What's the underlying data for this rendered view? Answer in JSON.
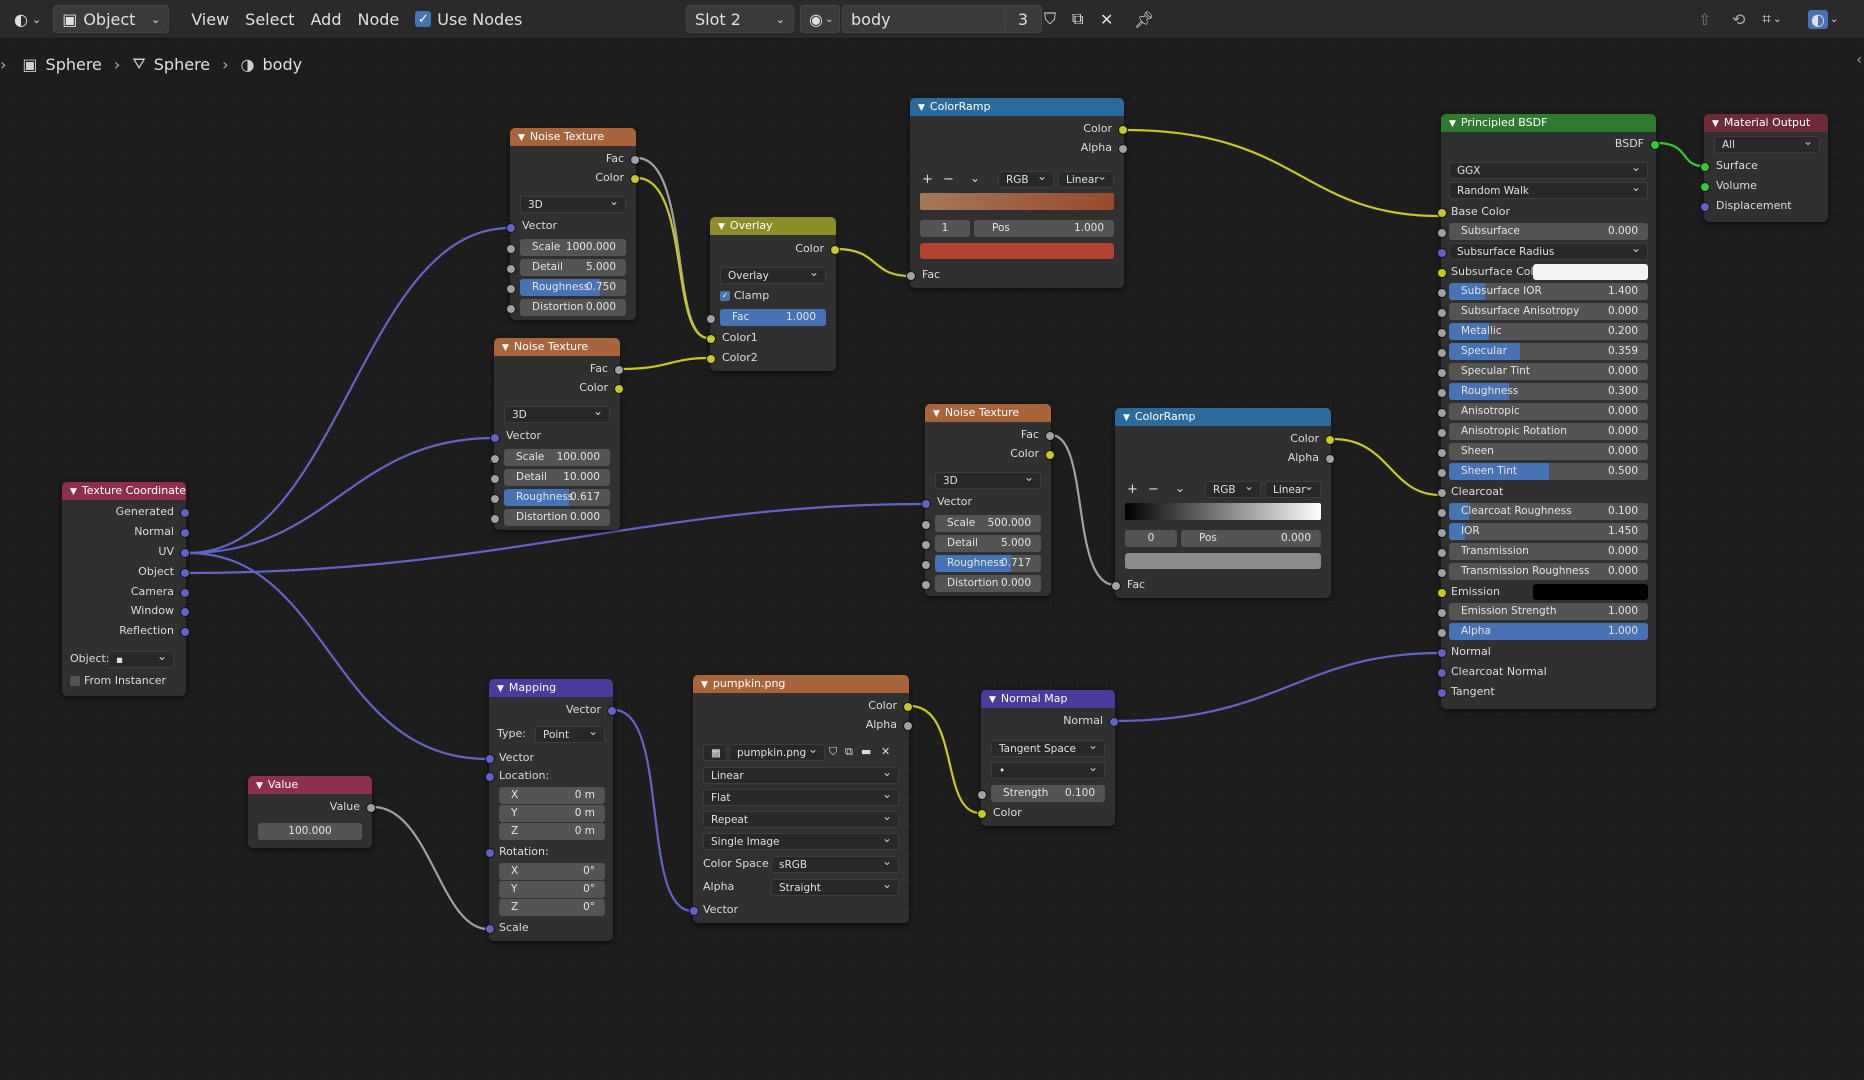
{
  "header": {
    "mode": "Object",
    "menu": [
      "View",
      "Select",
      "Add",
      "Node"
    ],
    "use_nodes": "Use Nodes",
    "slot": "Slot 2",
    "material": "body",
    "users": "3"
  },
  "breadcrumb": {
    "object": "Sphere",
    "mesh": "Sphere",
    "material": "body"
  },
  "colors": {
    "texture_header": "#a8643a",
    "converter_header": "#2c6a9c",
    "color_header": "#8d8d27",
    "shader_header": "#2f7a2f",
    "output_header": "#6e2a39",
    "input_header": "#8e2f4f",
    "vector_header": "#4b3b9c",
    "link_purple": "#6363c7",
    "link_yellow": "#c7c729",
    "link_gray": "#a1a1a1",
    "link_green": "#38c738"
  },
  "nodes": {
    "noise1": {
      "title": "Noise Texture",
      "out_fac": "Fac",
      "out_color": "Color",
      "dim": "3D",
      "in_vector": "Vector",
      "scale_l": "Scale",
      "scale_v": "1000.000",
      "detail_l": "Detail",
      "detail_v": "5.000",
      "rough_l": "Roughness",
      "rough_v": "0.750",
      "rough_f": 0.75,
      "dist_l": "Distortion",
      "dist_v": "0.000"
    },
    "noise2": {
      "title": "Noise Texture",
      "out_fac": "Fac",
      "out_color": "Color",
      "dim": "3D",
      "in_vector": "Vector",
      "scale_l": "Scale",
      "scale_v": "100.000",
      "detail_l": "Detail",
      "detail_v": "10.000",
      "rough_l": "Roughness",
      "rough_v": "0.617",
      "rough_f": 0.617,
      "dist_l": "Distortion",
      "dist_v": "0.000"
    },
    "noise3": {
      "title": "Noise Texture",
      "out_fac": "Fac",
      "out_color": "Color",
      "dim": "3D",
      "in_vector": "Vector",
      "scale_l": "Scale",
      "scale_v": "500.000",
      "detail_l": "Detail",
      "detail_v": "5.000",
      "rough_l": "Roughness",
      "rough_v": "0.717",
      "rough_f": 0.717,
      "dist_l": "Distortion",
      "dist_v": "0.000"
    },
    "overlay": {
      "title": "Overlay",
      "out_color": "Color",
      "mode": "Overlay",
      "clamp": "Clamp",
      "fac_l": "Fac",
      "fac_v": "1.000",
      "in1": "Color1",
      "in2": "Color2"
    },
    "ramp1": {
      "title": "ColorRamp",
      "out_color": "Color",
      "out_alpha": "Alpha",
      "plus": "+",
      "minus": "−",
      "caret": "⌄",
      "mode": "RGB",
      "interp": "Linear",
      "index": "1",
      "pos_l": "Pos",
      "pos_v": "1.000",
      "in_fac": "Fac",
      "grad_start": "#a5785a",
      "grad_end": "#9a4a2c",
      "swatch": "#b4432f"
    },
    "ramp2": {
      "title": "ColorRamp",
      "out_color": "Color",
      "out_alpha": "Alpha",
      "plus": "+",
      "minus": "−",
      "caret": "⌄",
      "mode": "RGB",
      "interp": "Linear",
      "index": "0",
      "pos_l": "Pos",
      "pos_v": "0.000",
      "in_fac": "Fac",
      "grad_start": "#000000",
      "grad_end": "#ffffff",
      "swatch": "#8a8a8a"
    },
    "texcoord": {
      "title": "Texture Coordinate",
      "outs": [
        "Generated",
        "Normal",
        "UV",
        "Object",
        "Camera",
        "Window",
        "Reflection"
      ],
      "object_l": "Object:",
      "instancer": "From Instancer"
    },
    "mapping": {
      "title": "Mapping",
      "out_vector": "Vector",
      "type_l": "Type:",
      "type_v": "Point",
      "in_vector": "Vector",
      "loc_l": "Location:",
      "lx": "0 m",
      "ly": "0 m",
      "lz": "0 m",
      "rot_l": "Rotation:",
      "rx": "0°",
      "ry": "0°",
      "rz": "0°",
      "x": "X",
      "y": "Y",
      "z": "Z",
      "scale_l": "Scale"
    },
    "value": {
      "title": "Value",
      "out_value": "Value",
      "v": "100.000"
    },
    "image": {
      "title": "pumpkin.png",
      "out_color": "Color",
      "out_alpha": "Alpha",
      "img": "pumpkin.png",
      "interp": "Linear",
      "proj": "Flat",
      "ext": "Repeat",
      "src": "Single Image",
      "cs_l": "Color Space",
      "cs_v": "sRGB",
      "alpha_l": "Alpha",
      "alpha_v": "Straight",
      "in_vector": "Vector"
    },
    "normalmap": {
      "title": "Normal Map",
      "out_normal": "Normal",
      "space": "Tangent Space",
      "uv": "•",
      "str_l": "Strength",
      "str_v": "0.100",
      "in_color": "Color"
    },
    "bsdf": {
      "title": "Principled BSDF",
      "out": "BSDF",
      "dist": "GGX",
      "sss": "Random Walk",
      "base": "Base Color",
      "fields": [
        {
          "l": "Subsurface",
          "v": "0.000",
          "f": 0
        },
        {
          "l": "Subsurface IOR",
          "v": "1.400",
          "f": 0
        },
        {
          "l": "Subsurface Anisotropy",
          "v": "0.000",
          "f": 0
        },
        {
          "l": "Metallic",
          "v": "0.200",
          "f": 0.2
        },
        {
          "l": "Specular",
          "v": "0.359",
          "f": 0.359
        },
        {
          "l": "Specular Tint",
          "v": "0.000",
          "f": 0
        },
        {
          "l": "Roughness",
          "v": "0.300",
          "f": 0.3
        },
        {
          "l": "Anisotropic",
          "v": "0.000",
          "f": 0
        },
        {
          "l": "Anisotropic Rotation",
          "v": "0.000",
          "f": 0
        },
        {
          "l": "Sheen",
          "v": "0.000",
          "f": 0
        },
        {
          "l": "Sheen Tint",
          "v": "0.500",
          "f": 0.5
        },
        {
          "l": "Clearcoat Roughness",
          "v": "0.100",
          "f": 0.1
        },
        {
          "l": "IOR",
          "v": "1.450",
          "f": 0
        },
        {
          "l": "Transmission",
          "v": "0.000",
          "f": 0
        },
        {
          "l": "Transmission Roughness",
          "v": "0.000",
          "f": 0
        },
        {
          "l": "Emission Strength",
          "v": "1.000",
          "f": 0
        },
        {
          "l": "Alpha",
          "v": "1.000",
          "f": 1
        }
      ],
      "ss_radius": "Subsurface Radius",
      "ss_color": "Subsurface Color",
      "clearcoat": "Clearcoat",
      "emission": "Emission",
      "normal": "Normal",
      "cc_normal": "Clearcoat Normal",
      "tangent": "Tangent"
    },
    "output": {
      "title": "Material Output",
      "target": "All",
      "surface": "Surface",
      "volume": "Volume",
      "disp": "Displacement"
    }
  }
}
